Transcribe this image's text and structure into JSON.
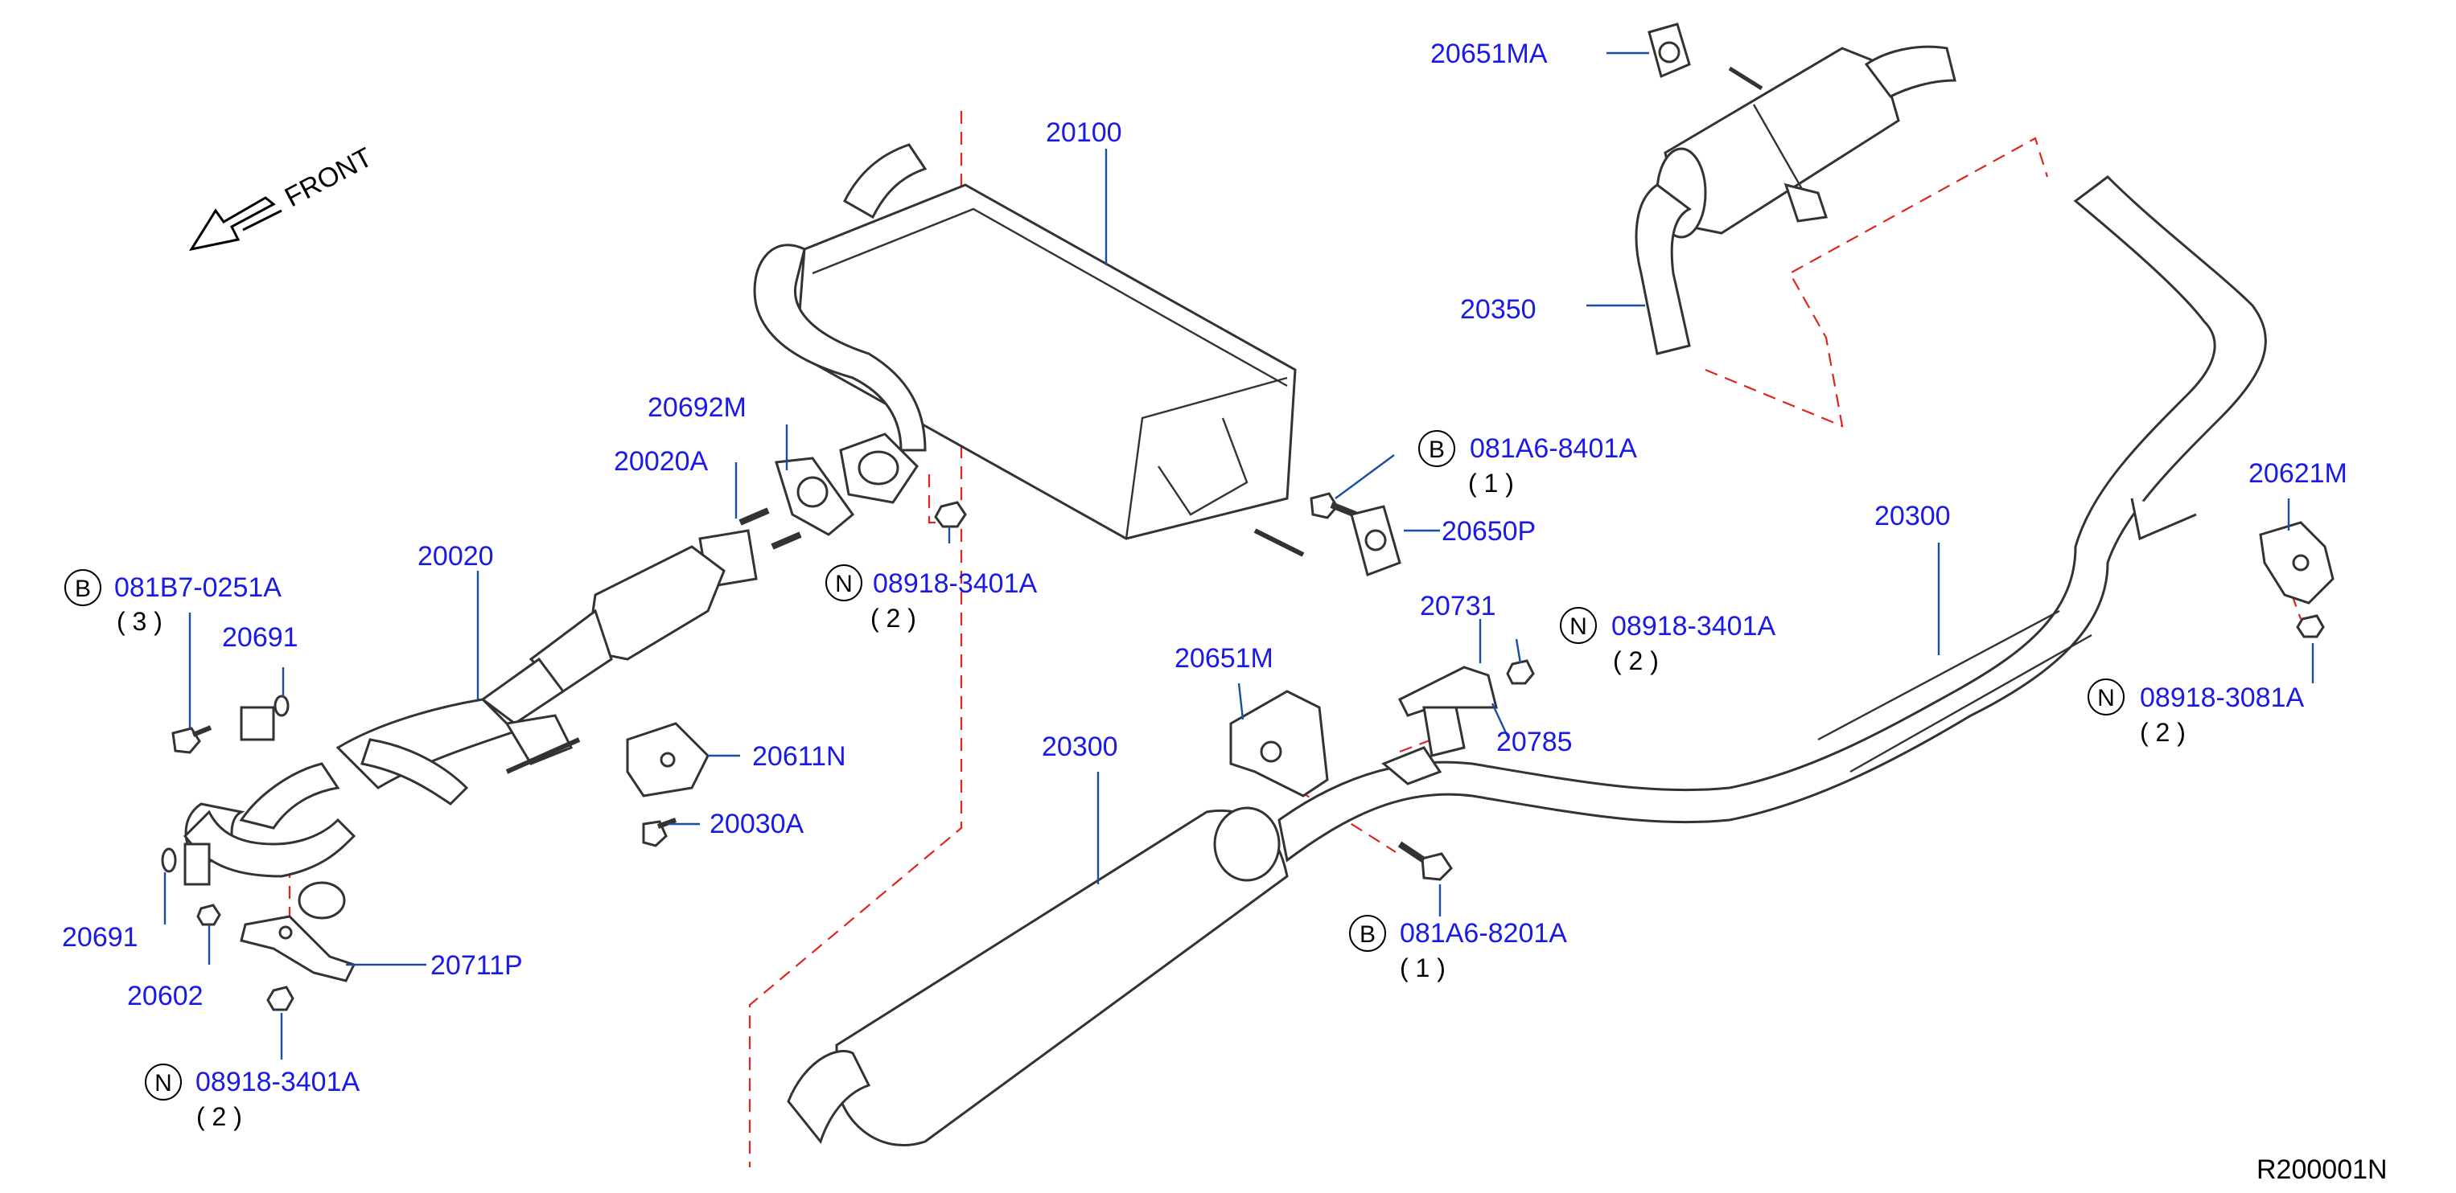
{
  "diagram": {
    "front_label": "FRONT",
    "ref_code": "R200001N",
    "labels": [
      {
        "id": "l20100",
        "text": "20100"
      },
      {
        "id": "l20651MA",
        "text": "20651MA"
      },
      {
        "id": "l20350",
        "text": "20350"
      },
      {
        "id": "l20692M",
        "text": "20692M"
      },
      {
        "id": "l20020A",
        "text": "20020A"
      },
      {
        "id": "l20020",
        "text": "20020"
      },
      {
        "id": "l20691a",
        "text": "20691"
      },
      {
        "id": "l20691b",
        "text": "20691"
      },
      {
        "id": "l20611N",
        "text": "20611N"
      },
      {
        "id": "l20030A",
        "text": "20030A"
      },
      {
        "id": "l20602",
        "text": "20602"
      },
      {
        "id": "l20711P",
        "text": "20711P"
      },
      {
        "id": "l20650P",
        "text": "20650P"
      },
      {
        "id": "l20731",
        "text": "20731"
      },
      {
        "id": "l20785",
        "text": "20785"
      },
      {
        "id": "l20651M",
        "text": "20651M"
      },
      {
        "id": "l20300a",
        "text": "20300"
      },
      {
        "id": "l20300b",
        "text": "20300"
      },
      {
        "id": "l20621M",
        "text": "20621M"
      }
    ],
    "fasteners": [
      {
        "id": "f1",
        "prefix": "B",
        "part": "081B7-0251A",
        "qty": "( 3 )"
      },
      {
        "id": "f2",
        "prefix": "N",
        "part": "08918-3401A",
        "qty": "( 2 )"
      },
      {
        "id": "f3",
        "prefix": "N",
        "part": "08918-3401A",
        "qty": "( 2 )"
      },
      {
        "id": "f4",
        "prefix": "B",
        "part": "081A6-8401A",
        "qty": "( 1 )"
      },
      {
        "id": "f5",
        "prefix": "N",
        "part": "08918-3401A",
        "qty": "( 2 )"
      },
      {
        "id": "f6",
        "prefix": "N",
        "part": "08918-3081A",
        "qty": "( 2 )"
      },
      {
        "id": "f7",
        "prefix": "B",
        "part": "081A6-8201A",
        "qty": "( 1 )"
      }
    ]
  }
}
